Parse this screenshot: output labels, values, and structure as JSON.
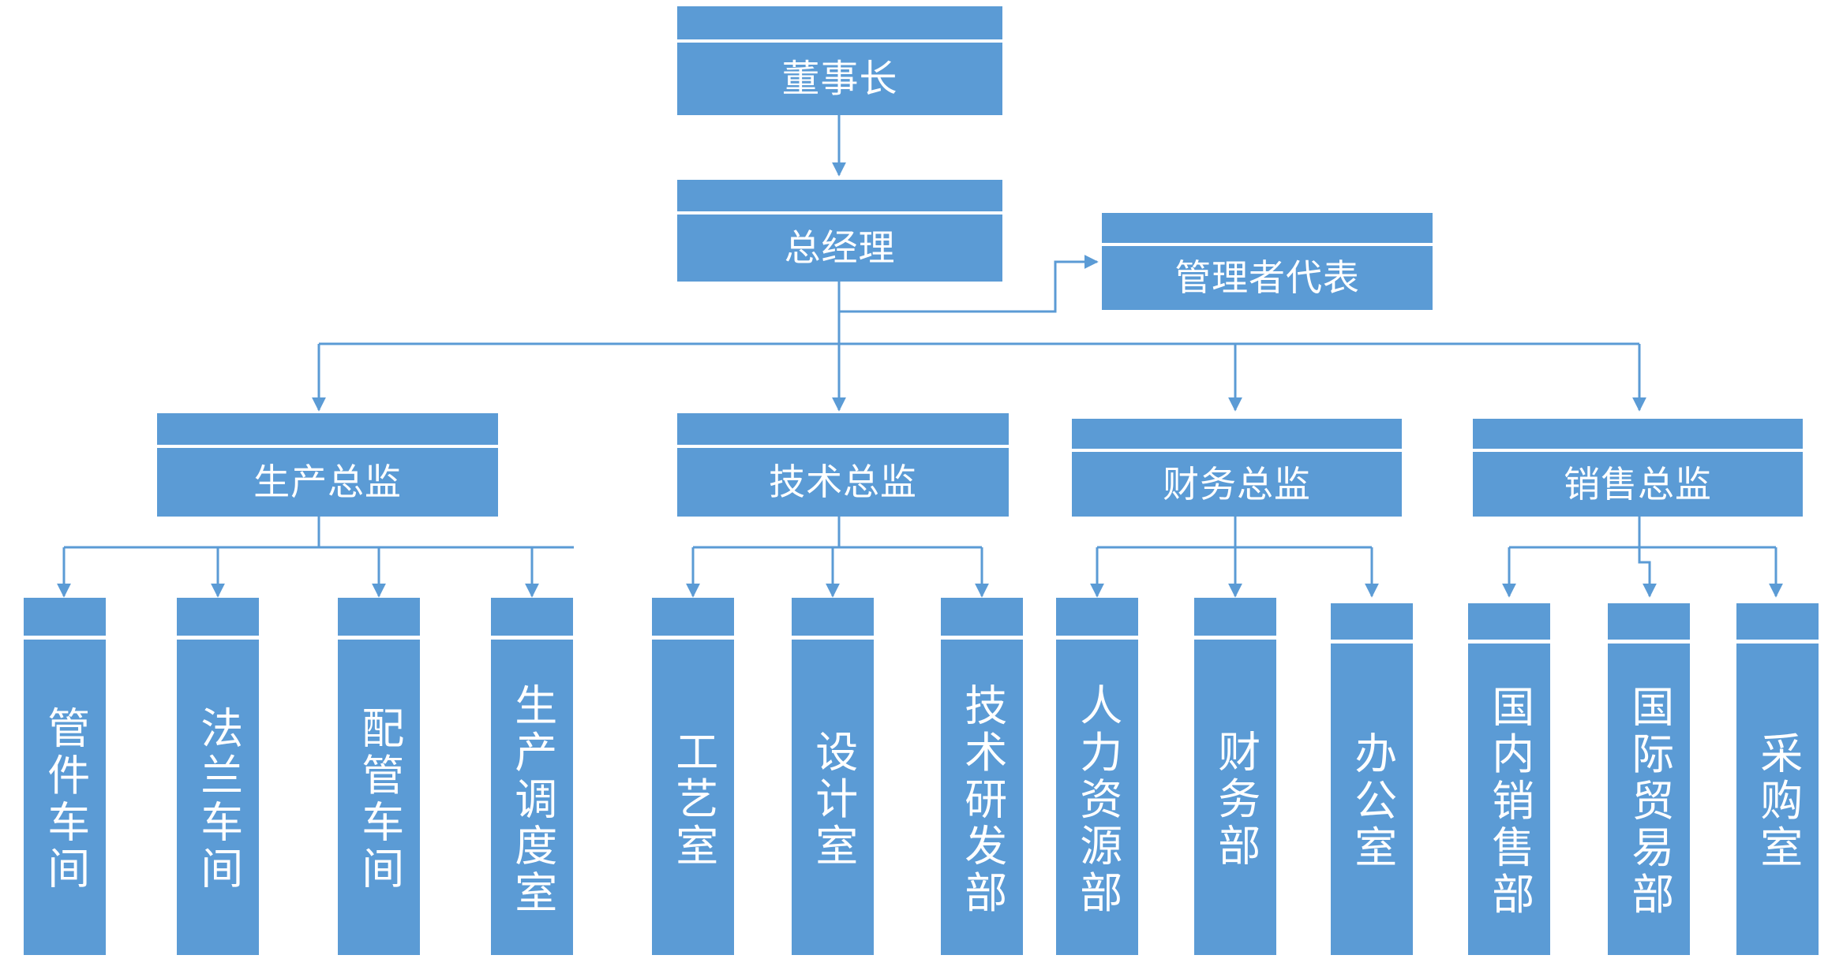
{
  "chart": {
    "type": "org-chart",
    "title": "",
    "accent_color": "#5B9BD5",
    "text_color": "#FFFFFF",
    "background_color": "#FFFFFF",
    "connector_color": "#5B9BD5"
  },
  "nodes": {
    "chairman": {
      "label": "董事长"
    },
    "general_manager": {
      "label": "总经理"
    },
    "management_rep": {
      "label": "管理者代表"
    },
    "directors": [
      {
        "label": "生产总监"
      },
      {
        "label": "技术总监"
      },
      {
        "label": "财务总监"
      },
      {
        "label": "销售总监"
      }
    ],
    "production_units": [
      {
        "label": "管件车间"
      },
      {
        "label": "法兰车间"
      },
      {
        "label": "配管车间"
      },
      {
        "label": "生产调度室"
      }
    ],
    "technical_units": [
      {
        "label": "工艺室"
      },
      {
        "label": "设计室"
      },
      {
        "label": "技术研发部"
      }
    ],
    "finance_units": [
      {
        "label": "人力资源部"
      },
      {
        "label": "财务部"
      },
      {
        "label": "办公室"
      }
    ],
    "sales_units": [
      {
        "label": "国内销售部"
      },
      {
        "label": "国际贸易部"
      },
      {
        "label": "采购室"
      }
    ]
  },
  "chart_data": {
    "type": "diagram",
    "diagram_kind": "organizational hierarchy tree",
    "levels": [
      {
        "level": 1,
        "labels": [
          "董事长"
        ]
      },
      {
        "level": 2,
        "labels": [
          "总经理",
          "管理者代表"
        ]
      },
      {
        "level": 3,
        "labels": [
          "生产总监",
          "技术总监",
          "财务总监",
          "销售总监"
        ]
      },
      {
        "level": 4,
        "labels": [
          "管件车间",
          "法兰车间",
          "配管车间",
          "生产调度室",
          "工艺室",
          "设计室",
          "技术研发部",
          "人力资源部",
          "财务部",
          "办公室",
          "国内销售部",
          "国际贸易部",
          "采购室"
        ]
      }
    ],
    "edges": [
      {
        "from": "董事长",
        "to": "总经理"
      },
      {
        "from": "总经理",
        "to": "管理者代表"
      },
      {
        "from": "总经理",
        "to": "生产总监"
      },
      {
        "from": "总经理",
        "to": "技术总监"
      },
      {
        "from": "总经理",
        "to": "财务总监"
      },
      {
        "from": "总经理",
        "to": "销售总监"
      },
      {
        "from": "生产总监",
        "to": "管件车间"
      },
      {
        "from": "生产总监",
        "to": "法兰车间"
      },
      {
        "from": "生产总监",
        "to": "配管车间"
      },
      {
        "from": "生产总监",
        "to": "生产调度室"
      },
      {
        "from": "技术总监",
        "to": "工艺室"
      },
      {
        "from": "技术总监",
        "to": "设计室"
      },
      {
        "from": "技术总监",
        "to": "技术研发部"
      },
      {
        "from": "财务总监",
        "to": "人力资源部"
      },
      {
        "from": "财务总监",
        "to": "财务部"
      },
      {
        "from": "财务总监",
        "to": "办公室"
      },
      {
        "from": "销售总监",
        "to": "国内销售部"
      },
      {
        "from": "销售总监",
        "to": "国际贸易部"
      },
      {
        "from": "销售总监",
        "to": "采购室"
      }
    ]
  }
}
